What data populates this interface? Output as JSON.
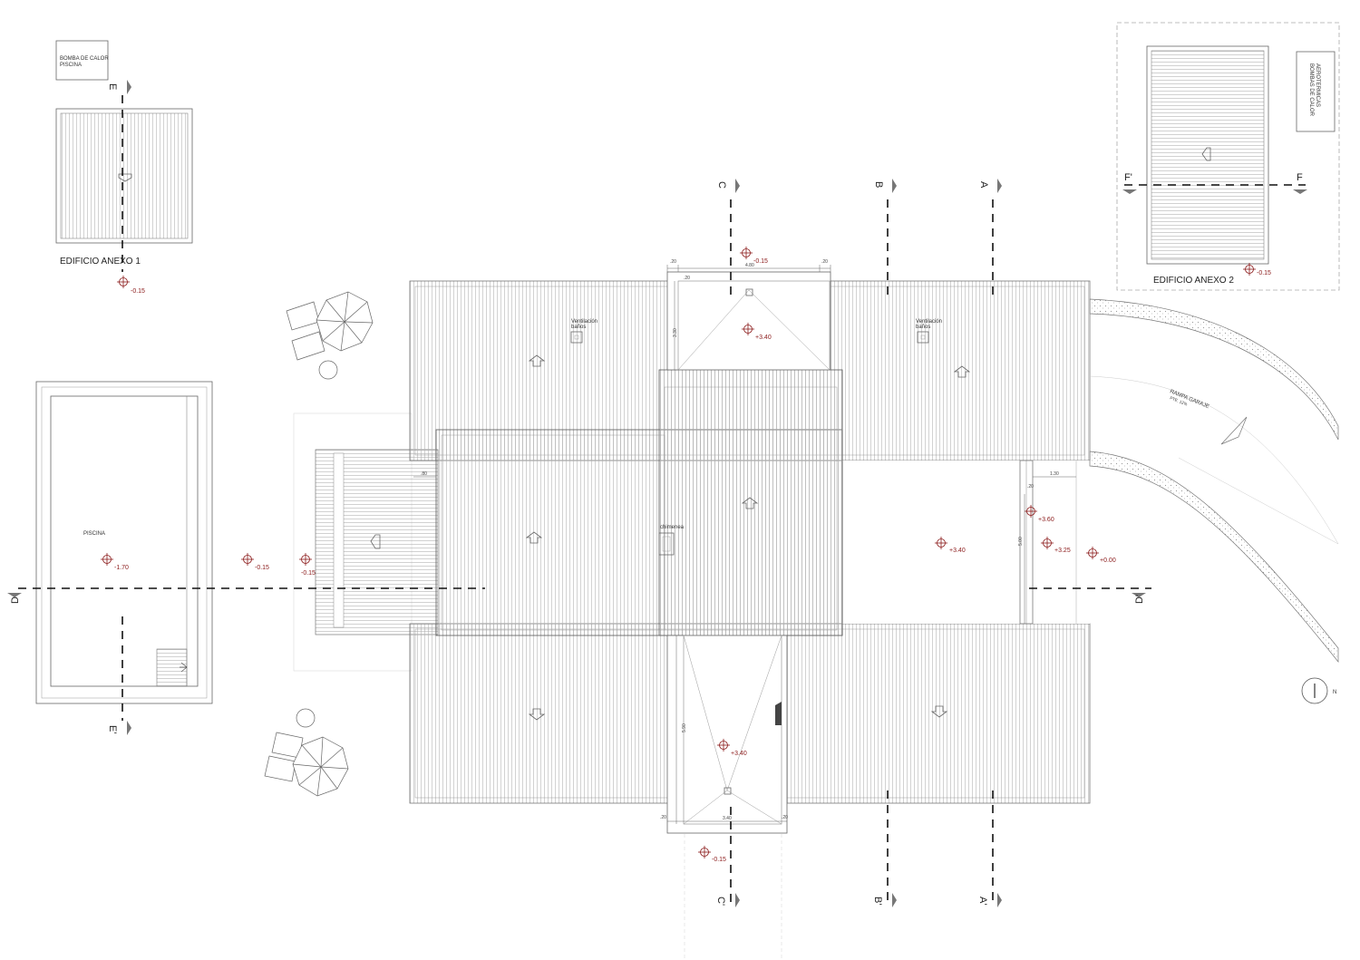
{
  "buildings": {
    "annex1": "EDIFICIO ANEXO 1",
    "annex2": "EDIFICIO ANEXO 2"
  },
  "labels": {
    "heat_pump_pool_l1": "BOMBA DE CALOR",
    "heat_pump_pool_l2": "PISCINA",
    "heat_pumps_aero_l1": "BOMBAS DE CALOR",
    "heat_pumps_aero_l2": "AEROTERMICAS",
    "pool": "PISCINA",
    "vent_left_l1": "Ventilación",
    "vent_left_l2": "baños",
    "vent_right_l1": "Ventilación",
    "vent_right_l2": "baños",
    "chimney": "chimenea",
    "ramp_l1": "RAMPA GARAJE",
    "ramp_l2": "PTE. 12%",
    "north": "N"
  },
  "elevations": {
    "annex1_ground": "-0.15",
    "pool": "-1.70",
    "pool_deck": "-0.15",
    "terrace": "-0.15",
    "top_court_ground": "-0.15",
    "top_court_roof": "+3.40",
    "main_roof_right": "+3.40",
    "garage_a": "+3.60",
    "garage_b": "+3.25",
    "ramp_start": "+0.00",
    "bottom_court_roof": "+3.40",
    "bottom_ground": "-0.15",
    "annex2_ground": "-0.15"
  },
  "dimensions": {
    "top_left": ".20",
    "top_width": "4.80",
    "top_right": ".20",
    "top_small": ".20",
    "top_depth": "3.30",
    "terrace_gap": ".80",
    "garage_width": "1.30",
    "garage_small": ".20",
    "garage_depth": "5.00",
    "bottom_left": ".20",
    "bottom_width": "3.40",
    "bottom_right": ".20",
    "bottom_depth": "5.90"
  },
  "sections": {
    "A": "A",
    "A_prime": "A'",
    "B": "B",
    "B_prime": "B'",
    "C": "C",
    "C_prime": "C'",
    "D": "D",
    "D_prime": "D'",
    "E": "E",
    "E_prime": "E'",
    "F": "F",
    "F_prime": "F'"
  }
}
